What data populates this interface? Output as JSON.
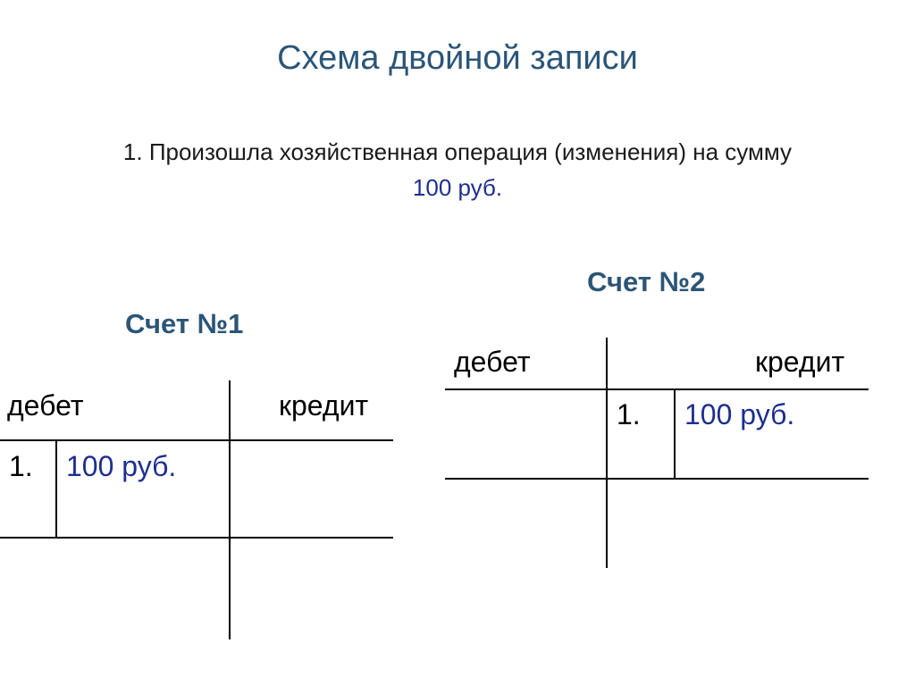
{
  "title": "Схема двойной записи",
  "operation": {
    "text": "1. Произошла хозяйственная операция  (изменения) на сумму",
    "amount": "100 руб."
  },
  "accounts": [
    {
      "title": "Счет №1",
      "debit_label": "дебет",
      "credit_label": "кредит",
      "entry_number": "1.",
      "entry_amount": "100 руб."
    },
    {
      "title": "Счет №2",
      "debit_label": "дебет",
      "credit_label": "кредит",
      "entry_number": "1.",
      "entry_amount": "100 руб."
    }
  ]
}
